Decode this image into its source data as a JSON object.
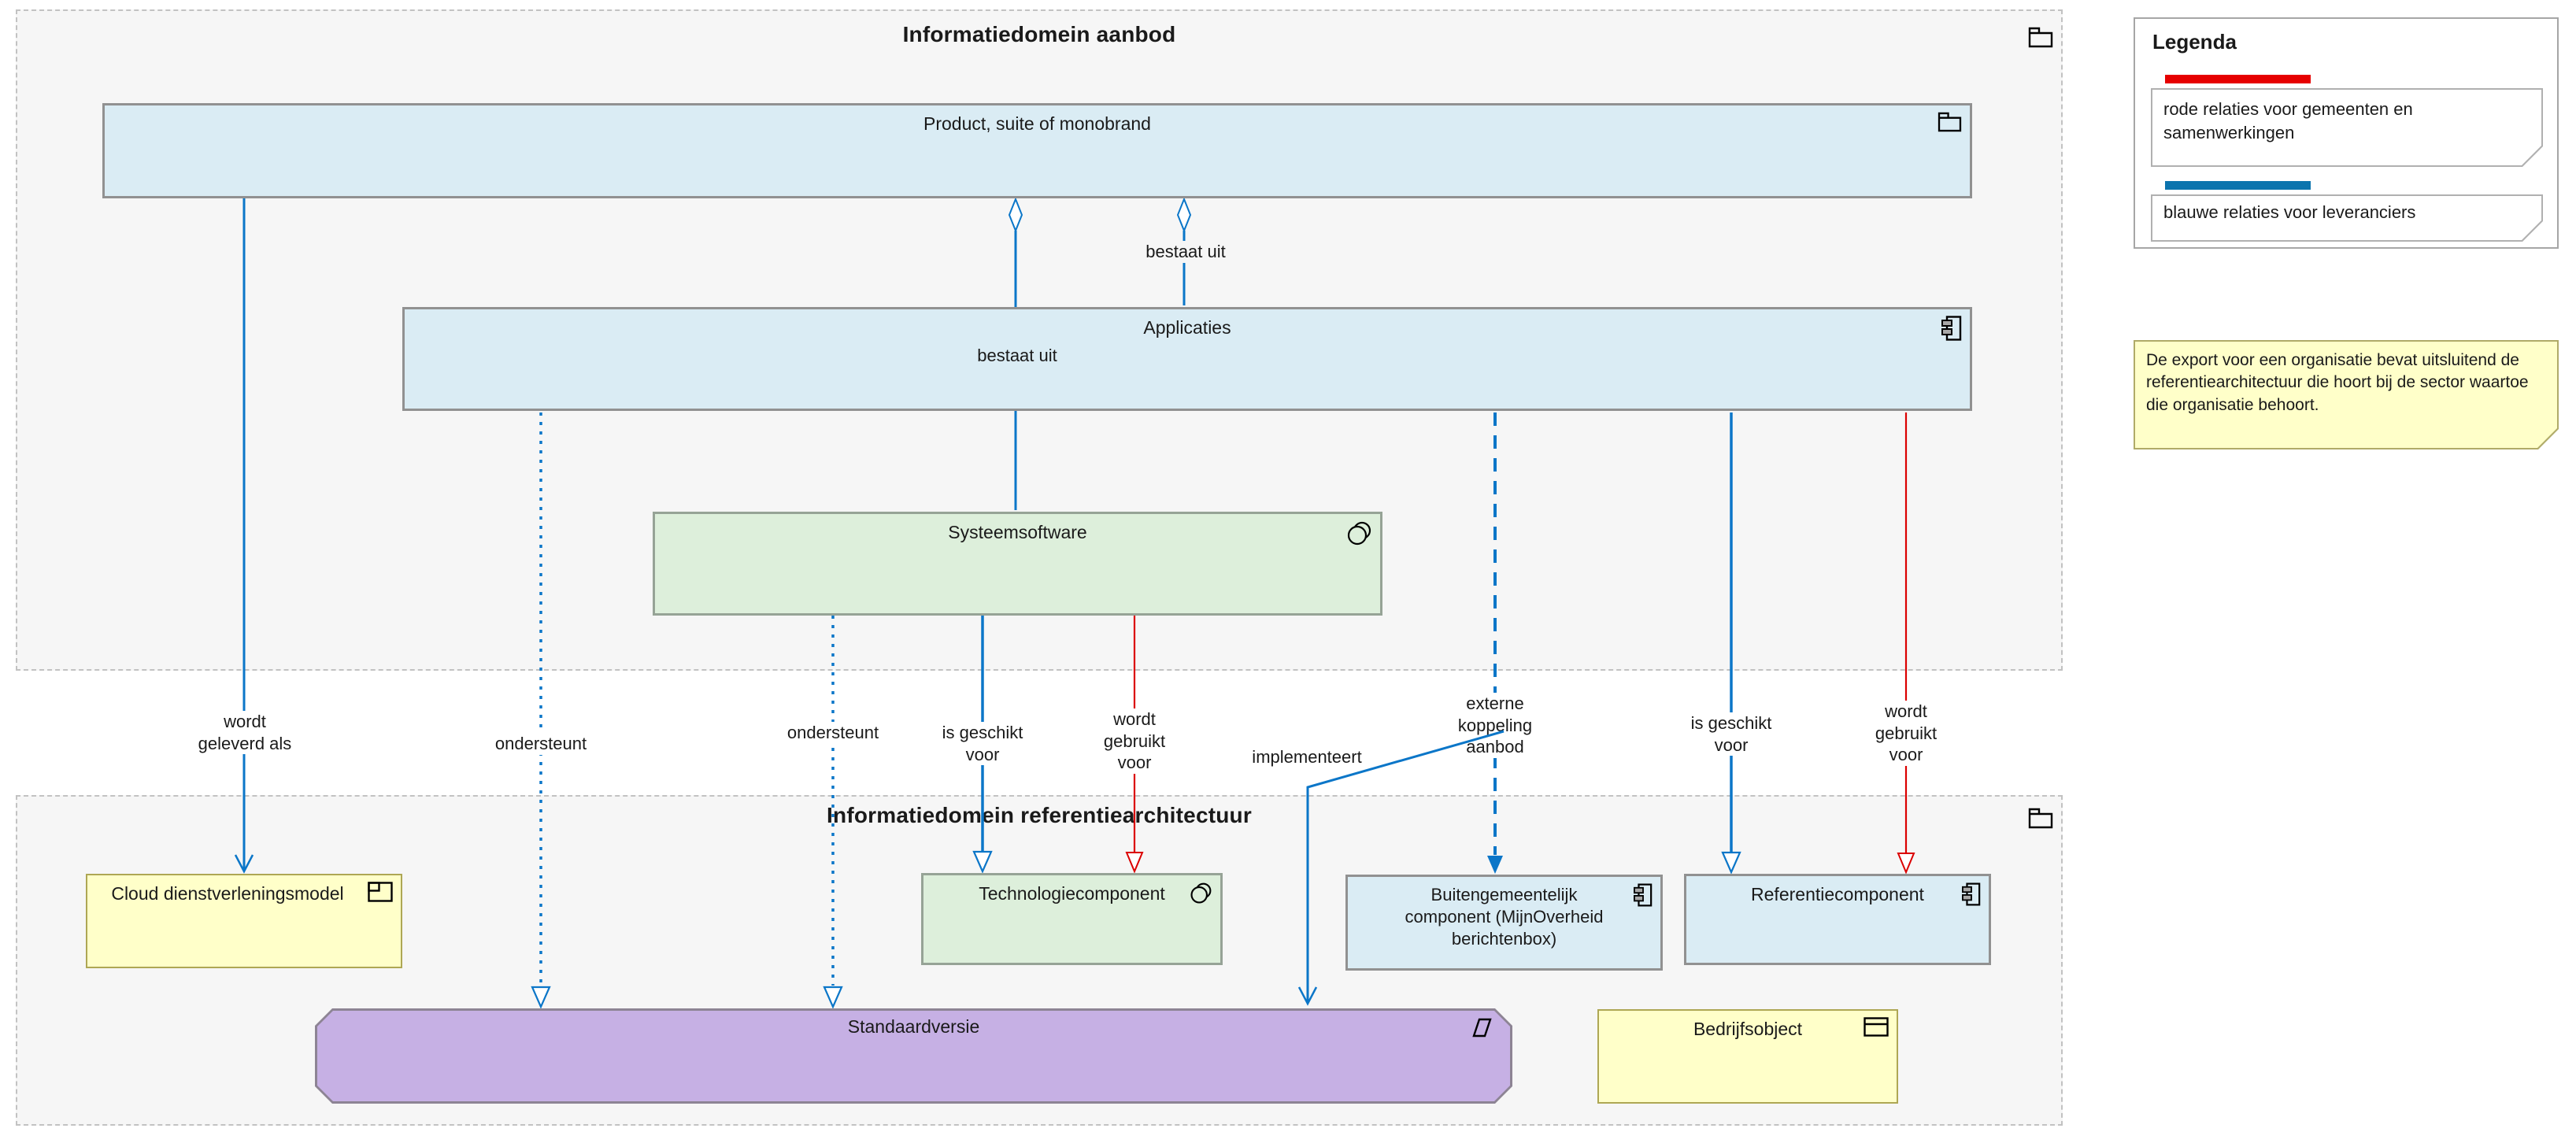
{
  "colors": {
    "relation-blue": "#0b76c8",
    "relation-red": "#db0000",
    "element-blue": "#daecf4",
    "element-green": "#ddefdb",
    "element-yellow": "#ffffc9",
    "element-purple": "#c6b0e4",
    "container-bg": "#f6f6f6",
    "legend_red_bar": "#e60000",
    "legend_blue_bar": "#0c74ae"
  },
  "containers": {
    "aanbod": {
      "title": "Informatiedomein aanbod"
    },
    "referentiearchitectuur": {
      "title": "Informatiedomein referentiearchitectuur"
    }
  },
  "elements": {
    "product": {
      "label": "Product, suite of monobrand",
      "type": "grouping"
    },
    "applicaties": {
      "label": "Applicaties",
      "type": "application-component"
    },
    "systeemsoftware": {
      "label": "Systeemsoftware",
      "type": "system-software"
    },
    "cloud": {
      "label": "Cloud dienstverleningsmodel",
      "type": "product"
    },
    "technologiecomponent": {
      "label": "Technologiecomponent",
      "type": "system-software"
    },
    "buitengemeentelijk": {
      "label": "Buitengemeentelijk\ncomponent (MijnOverheid\nberichtenbox)",
      "type": "application-component"
    },
    "referentiecomponent": {
      "label": "Referentiecomponent",
      "type": "application-component"
    },
    "standaardversie": {
      "label": "Standaardversie",
      "type": "deliverable"
    },
    "bedrijfsobject": {
      "label": "Bedrijfsobject",
      "type": "business-object"
    }
  },
  "relations": {
    "wordt_geleverd_als": "wordt\ngeleverd als",
    "bestaat_uit_applicaties": "bestaat uit",
    "bestaat_uit_systeemsoftware": "bestaat uit",
    "ondersteunt_applicaties": "ondersteunt",
    "ondersteunt_systeemsoftware": "ondersteunt",
    "is_geschikt_voor_links": "is geschikt\nvoor",
    "wordt_gebruikt_voor_links": "wordt\ngebruikt\nvoor",
    "implementeert": "implementeert",
    "externe_koppeling_aanbod": "externe\nkoppeling\naanbod",
    "is_geschikt_voor_rechts": "is geschikt\nvoor",
    "wordt_gebruikt_voor_rechts": "wordt\ngebruikt\nvoor"
  },
  "legend": {
    "title": "Legenda",
    "items": [
      {
        "text": "rode relaties voor gemeenten en samenwerkingen"
      },
      {
        "text": "blauwe relaties voor leveranciers"
      }
    ]
  },
  "note": {
    "text": "De export voor een organisatie bevat uitsluitend de referentiearchitectuur die hoort bij de sector waartoe die organisatie behoort."
  }
}
